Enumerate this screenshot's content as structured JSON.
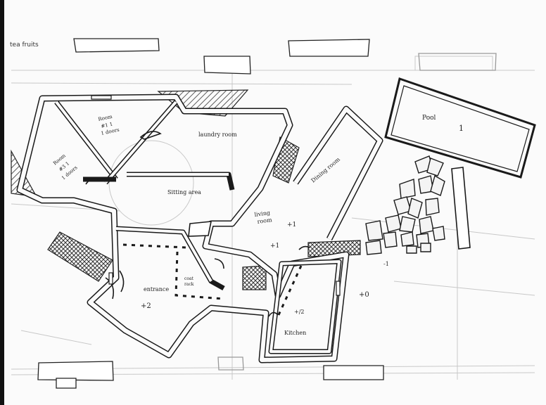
{
  "header": {
    "faint_label": "tea fruits"
  },
  "rooms": {
    "room_a_line1": "Room",
    "room_a_line2": "#3 1",
    "room_a_line3": "1 doors",
    "room_b_line1": "Room",
    "room_b_line2": "#1 1",
    "room_b_line3": "1 doors",
    "laundry": "laundry room",
    "dining": "Dining room",
    "sitting": "Sitting area",
    "living_line1": "living",
    "living_line2": "room",
    "entrance": "entrance",
    "coat_line1": "coat",
    "coat_line2": "rack",
    "kitchen": "Kitchen",
    "pool": "Pool"
  },
  "levels": {
    "living": "+1",
    "living_lower": "+1",
    "entrance": "+2",
    "kitchen": "+/2",
    "garden": "+0",
    "terrace": "-1",
    "pool_mark": "1"
  },
  "colors": {
    "ink": "#1a1a1a",
    "pencil": "#9a9a9a",
    "paper": "#fbfbfb"
  }
}
